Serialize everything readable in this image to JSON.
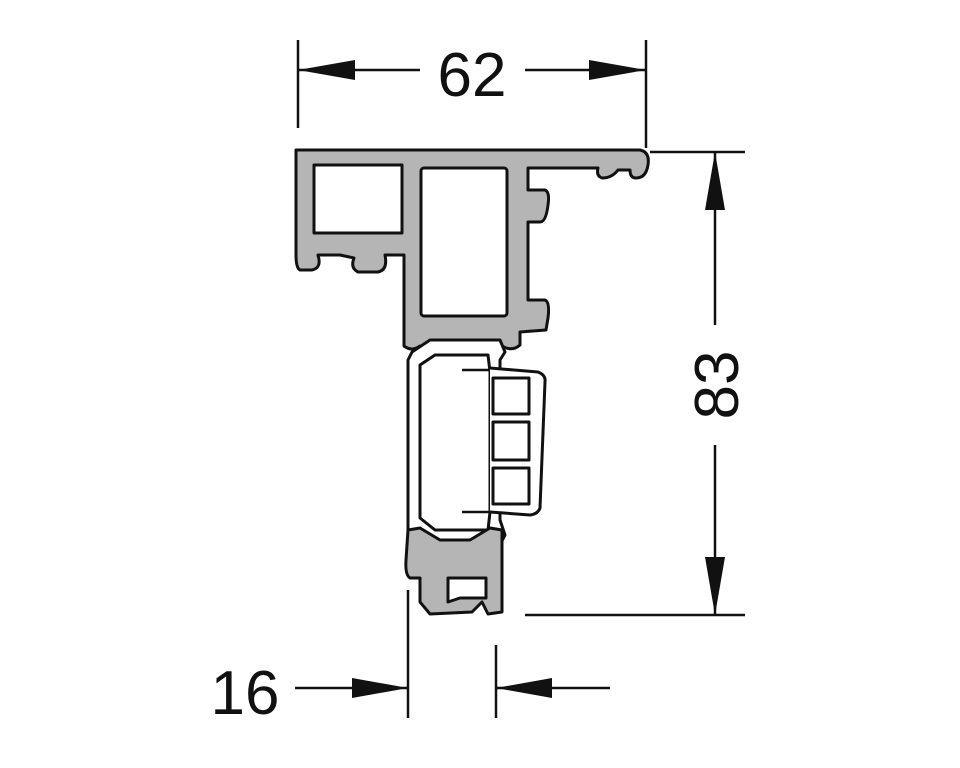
{
  "drawing": {
    "dimensions": {
      "width": {
        "label": "62"
      },
      "height": {
        "label": "83"
      },
      "bottom": {
        "label": "16"
      }
    },
    "colors": {
      "profile": "#b5b5b5",
      "outline": "#111111",
      "background": "#ffffff"
    }
  }
}
